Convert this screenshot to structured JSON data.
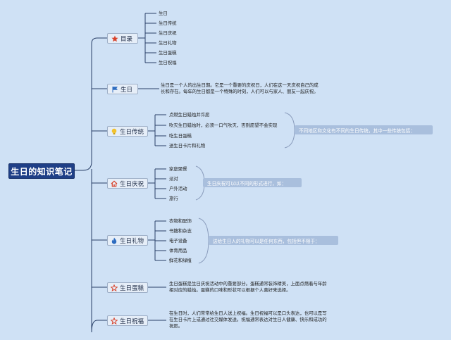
{
  "root": "生日的知识笔记",
  "topics": {
    "mulu": "目录",
    "shengri": "生日",
    "chuantong": "生日传统",
    "qingzhu": "生日庆祝",
    "liwu": "生日礼物",
    "dangao": "生日蛋糕",
    "zhufu": "生日祝福"
  },
  "mulu_items": [
    "生日",
    "生日传统",
    "生日庆祝",
    "生日礼物",
    "生日蛋糕",
    "生日祝福"
  ],
  "shengri_text": [
    "生日是一个人的出生日期。它是一个重要的庆祝日，人们在这一天庆祝自己的成",
    "长和存在。每年的生日都是一个特殊的时刻，人们可以与家人、朋友一起庆祝。"
  ],
  "chuantong_items": [
    "点燃生日蜡烛并许愿",
    "吹灭生日蜡烛时，必须一口气吹灭，否则愿望不会实现",
    "吃生日蛋糕",
    "送生日卡片和礼物"
  ],
  "chuantong_note": "不同地区和文化有不同的生日传统，其中一些传统包括：",
  "qingzhu_items": [
    "家庭聚餐",
    "派对",
    "户外活动",
    "旅行"
  ],
  "qingzhu_note": "生日庆祝可以以不同的形式进行，如：",
  "liwu_items": [
    "衣物和配饰",
    "书籍和杂志",
    "电子设备",
    "体育用品",
    "鲜花和绿植"
  ],
  "liwu_note": "送给生日人的礼物可以是任何东西，包括但不限于：",
  "dangao_text": [
    "生日蛋糕是生日庆祝活动中的重要部分。蛋糕通常装饰精美，上面点燃着与年龄",
    "相对应的蜡烛。蛋糕的口味和形状可以根据个人喜好来选择。"
  ],
  "zhufu_text": [
    "在生日时，人们常常给生日人送上祝福。生日祝福可以是口头表达，也可以是写",
    "在生日卡片上或通过社交媒体发送。祝福通常表达对生日人健康、快乐和成功的",
    "祝愿。"
  ],
  "colors": {
    "background": "#cfe1f5",
    "root": "#1f3f87",
    "line": "#2a4068",
    "note": "#a9bfdd",
    "icon_red": "#d8432c",
    "icon_blue": "#2d6cc0",
    "icon_yellow": "#f2c22c"
  },
  "icons": {
    "mulu": "star-icon",
    "shengri": "flag-icon",
    "chuantong": "bulb-icon",
    "qingzhu": "home-icon",
    "liwu": "flame-icon",
    "dangao": "star-outline-icon",
    "zhufu": "star-outline-icon"
  }
}
